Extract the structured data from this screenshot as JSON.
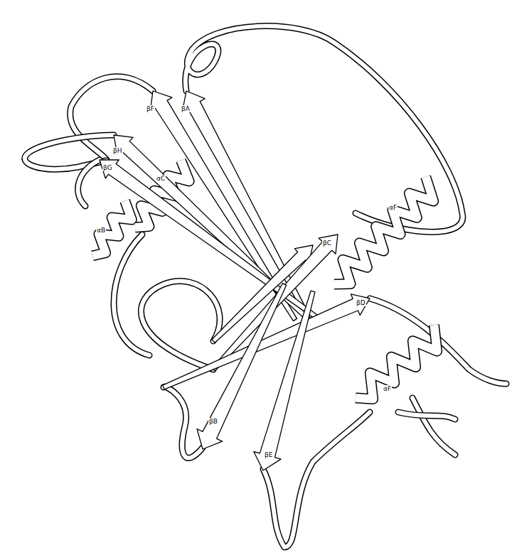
{
  "diagram": {
    "labels": [
      "βF",
      "βA",
      "βH",
      "βG",
      "αC",
      "αB",
      "βC",
      "αF",
      "βD",
      "αF",
      "βB",
      "βE"
    ]
  }
}
